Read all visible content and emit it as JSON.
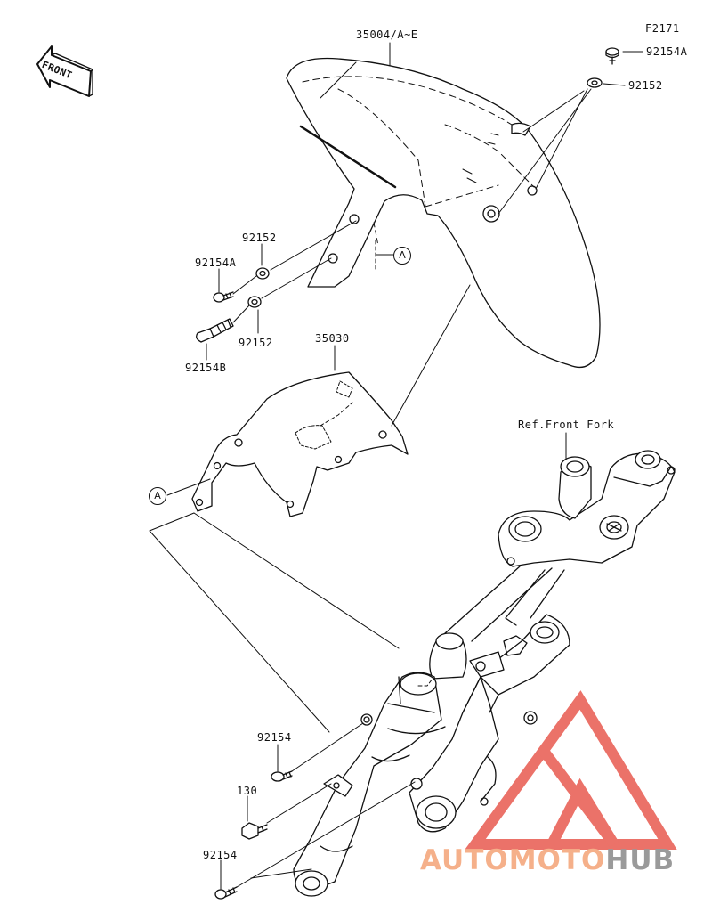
{
  "figure_code": "F2171",
  "direction_label": "FRONT",
  "parts": {
    "fender": "35004/A~E",
    "bolt_top": "92154A",
    "washer_top": "92152",
    "washer_left_upper": "92152",
    "bolt_left_upper": "92154A",
    "washer_left_lower": "92152",
    "bolt_long": "92154B",
    "bracket": "35030",
    "bolt_fork_upper": "92154",
    "bolt_130": "130",
    "bolt_fork_lower": "92154"
  },
  "ref_label": "Ref.Front Fork",
  "callouts": {
    "a_top": "A",
    "a_left": "A"
  },
  "watermark": {
    "part1": "AUTOMOTO",
    "part2": "HUB"
  },
  "colors": {
    "line": "#111111",
    "watermark_red": "#e85a4f",
    "watermark_orange": "#f5b08a",
    "watermark_gray": "#9a9a9a"
  }
}
